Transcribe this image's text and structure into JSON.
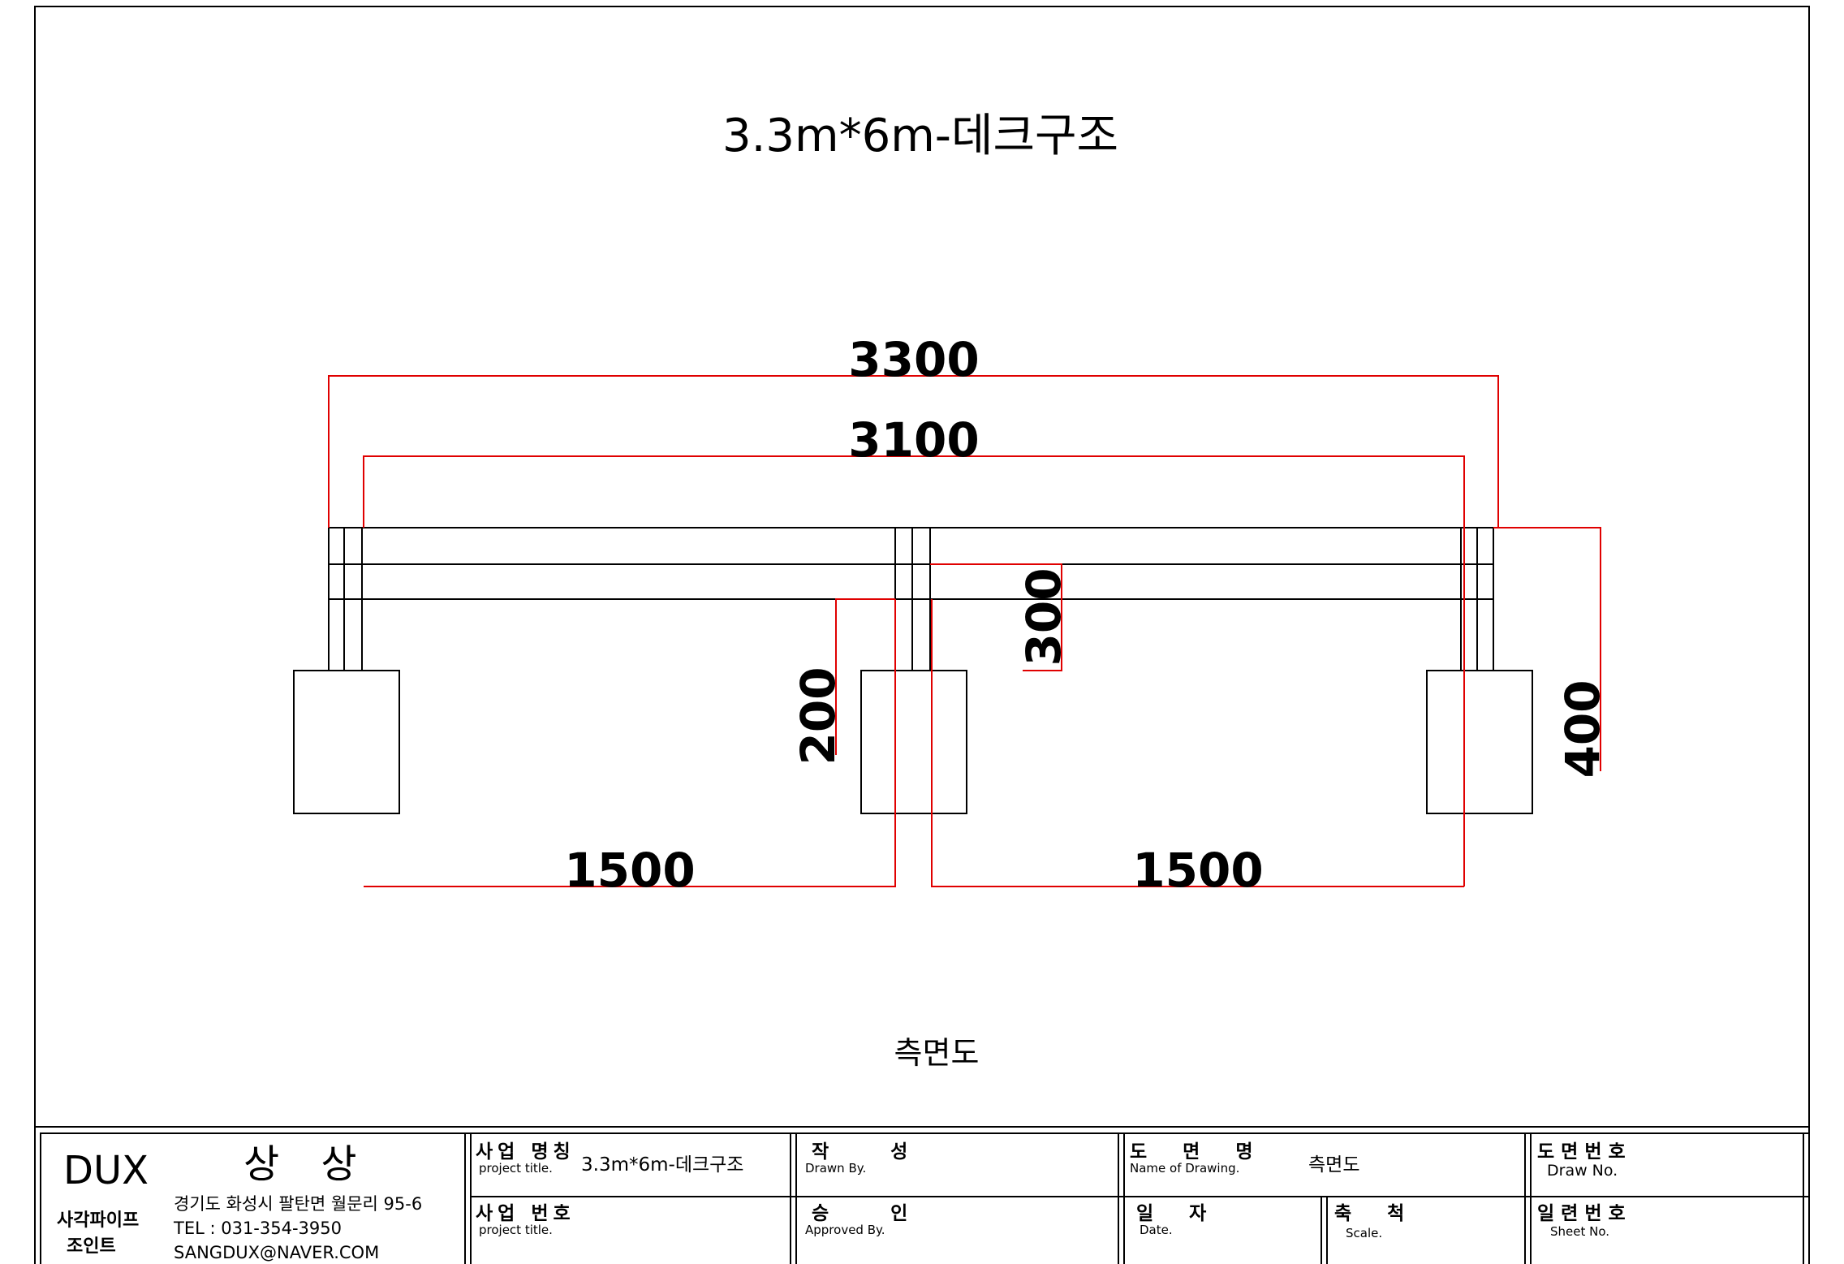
{
  "drawing": {
    "title": "3.3m*6m-데크구조",
    "view_caption": "측면도",
    "dimensions": {
      "overall_outer": "3300",
      "overall_inner": "3100",
      "span_left": "1500",
      "span_right": "1500",
      "height_left": "200",
      "height_center": "300",
      "height_right": "400"
    },
    "colors": {
      "outline": "#000000",
      "dimension_line": "#e00000"
    }
  },
  "title_block": {
    "company": {
      "logo": "DUX",
      "name": "상 상",
      "line1": "사각파이프",
      "line2": "조인트",
      "address": "경기도 화성시 팔탄면 월문리 95-6",
      "tel": "TEL : 031-354-3950",
      "email": "SANGDUX@NAVER.COM"
    },
    "project_name": {
      "label": "사업 명칭",
      "sub": "project title.",
      "value": "3.3m*6m-데크구조"
    },
    "project_no": {
      "label": "사업 번호",
      "sub": "project title.",
      "value": ""
    },
    "drawn_by": {
      "label": "작 성",
      "sub": "Drawn By.",
      "value": ""
    },
    "approved_by": {
      "label": "승 인",
      "sub": "Approved By.",
      "value": ""
    },
    "drawing_name": {
      "label": "도 면 명",
      "sub": "Name of Drawing.",
      "value": "측면도"
    },
    "date": {
      "label": "일 자",
      "sub": "Date.",
      "value": ""
    },
    "scale": {
      "label": "축 척",
      "sub": "Scale.",
      "value": ""
    },
    "drawing_no": {
      "label": "도면번호",
      "sub": "Draw No.",
      "value": ""
    },
    "sheet_no": {
      "label": "일련번호",
      "sub": "Sheet No.",
      "value": ""
    }
  }
}
